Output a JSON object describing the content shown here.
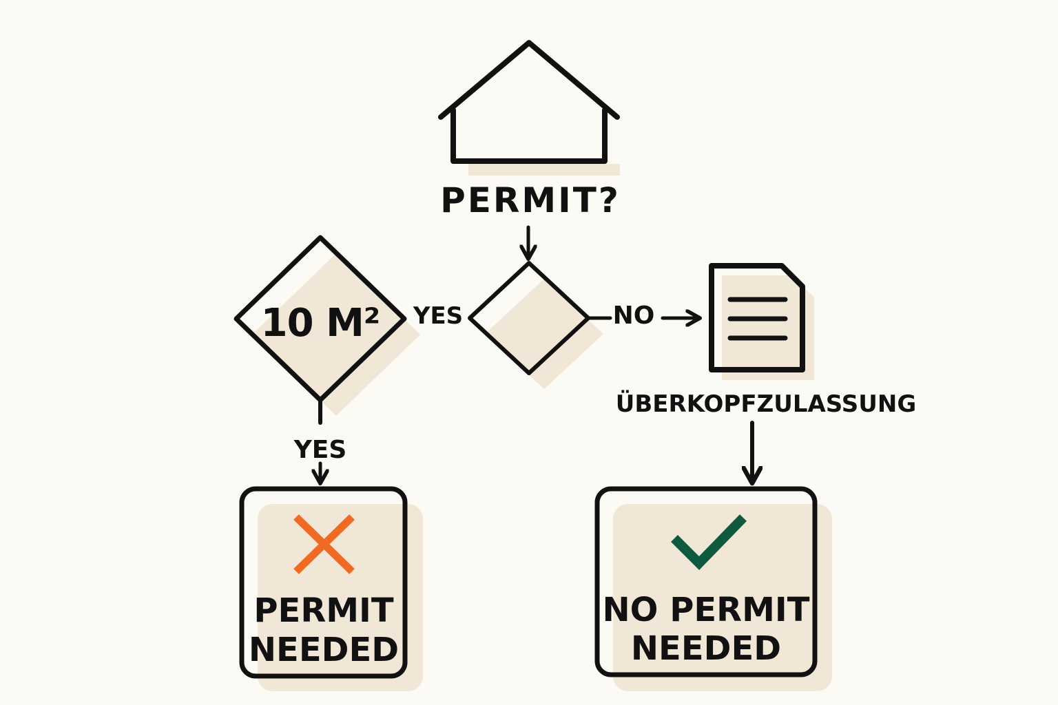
{
  "question": "PERMIT?",
  "size_diamond_label": "10 M²",
  "edges": {
    "to_size_check": "YES",
    "to_document": "NO",
    "size_yes": "YES"
  },
  "document_label": "ÜBERKOPFZULASSUNG",
  "outcomes": {
    "permit_needed": {
      "line1": "PERMIT",
      "line2": "NEEDED",
      "icon": "cross-icon",
      "color": "#f26a21"
    },
    "no_permit_needed": {
      "line1": "NO PERMIT",
      "line2": "NEEDED",
      "icon": "check-icon",
      "color": "#0e5a3f"
    }
  },
  "colors": {
    "ink": "#111111",
    "background": "#fbfaf5",
    "shadow": "#f1e7d6"
  }
}
